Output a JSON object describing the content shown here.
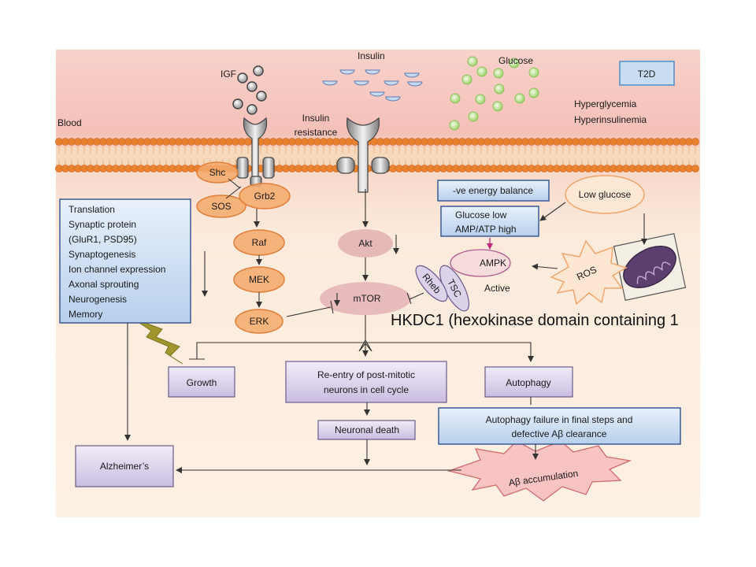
{
  "membrane": {
    "igf": "IGF",
    "insulin": "Insulin",
    "glucose": "Glucose",
    "t2d": "T2D",
    "blood": "Blood",
    "insulin_resistance_1": "Insulin",
    "insulin_resistance_2": "resistance",
    "hyperglycemia": "Hyperglycemia",
    "hyperinsulinemia": "Hyperinsulinemia"
  },
  "pathway": {
    "shc": "Shc",
    "sos": "SOS",
    "grb2": "Grb2",
    "raf": "Raf",
    "mek": "MEK",
    "erk": "ERK",
    "akt": "Akt",
    "mtor": "mTOR",
    "rheb": "Rheb",
    "tsc": "TSC",
    "ampk": "AMPK",
    "active": "Active",
    "ros": "ROS",
    "low_glucose": "Low glucose",
    "energy_balance": "-ve energy balance",
    "glucose_low_1": "Glucose low",
    "glucose_low_2": "AMP/ATP high"
  },
  "functions": [
    "Translation",
    "Synaptic protein",
    "(GluR1, PSD95)",
    "Synaptogenesis",
    "Ion channel expression",
    "Axonal sprouting",
    "Neurogenesis",
    "Memory"
  ],
  "outcomes": {
    "growth": "Growth",
    "reentry_1": "Re-entry of post-mitotic",
    "reentry_2": "neurons in cell cycle",
    "neuronal_death": "Neuronal death",
    "autophagy": "Autophagy",
    "failure_1": "Autophagy failure in final steps and",
    "failure_2": "defective Aβ clearance",
    "abeta": "Aβ accumulation",
    "alzheimers": "Alzheimer’s"
  },
  "caption": "HKDC1 (hexokinase domain containing 1",
  "colors": {
    "blood": "#f7c9c4",
    "cytoplasm": "#fdeee0",
    "kinase": "#f3a96a",
    "mtor": "#e9b8b8",
    "purple_box": "#d9d0ea",
    "blue_box": "#c8dcf2",
    "glucose": "#b5e08c"
  }
}
